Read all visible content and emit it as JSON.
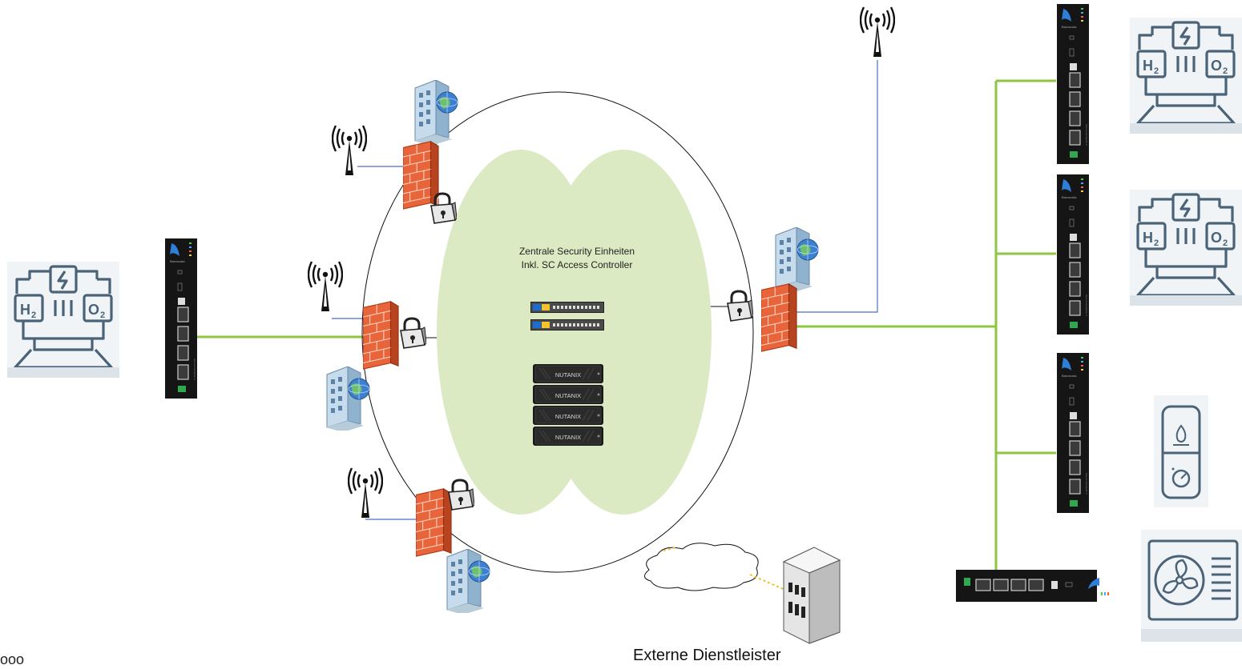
{
  "cloud": {
    "title_line1": "Zentrale Security Einheiten",
    "title_line2": "Inkl. SC Access Controller"
  },
  "servers": {
    "nutanix_label": "NUTANIX"
  },
  "external": {
    "label": "Externe Dienstleister"
  },
  "corner": {
    "label": "ooo"
  },
  "colors": {
    "green_link": "#8dc63f",
    "blue_link": "#4a6fd0",
    "cloud_fill": "#dceac4",
    "firewall": "#e8643a",
    "dotted_link": "#f0c030",
    "device_body": "#1a1a1a",
    "icon_stroke": "#4a6378"
  },
  "icons": [
    "electrolyzer-icon",
    "barracuda-appliance-icon",
    "firewall-icon",
    "padlock-icon",
    "antenna-icon",
    "building-server-icon",
    "nutanix-server-icon",
    "switch-icon",
    "cloud-icon",
    "datacenter-icon",
    "gas-heater-icon",
    "hvac-fan-icon"
  ]
}
